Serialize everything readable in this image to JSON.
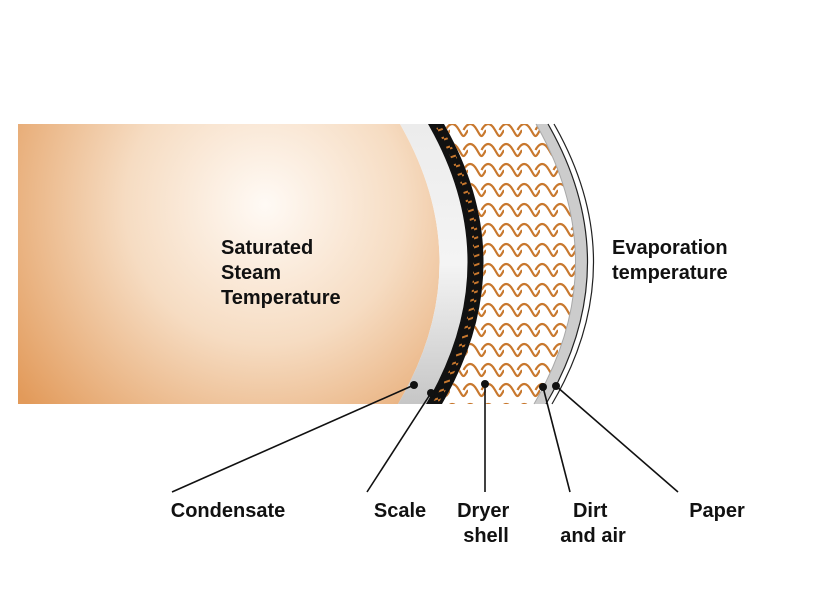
{
  "labels": {
    "steam": [
      "Saturated",
      "Steam",
      "Temperature"
    ],
    "evaporation": [
      "Evaporation",
      "temperature"
    ],
    "condensate": "Condensate",
    "scale": "Scale",
    "dryer_shell": [
      "Dryer",
      "shell"
    ],
    "dirt_air": [
      "Dirt",
      "and air"
    ],
    "paper": "Paper"
  },
  "colors": {
    "steam_edge": "#e29a5a",
    "steam_center": "#fffaf5",
    "condensate": "#d6d6d6",
    "scale": "#111111",
    "wave": "#c8782e",
    "dirt": "#cccccc",
    "text": "#111111"
  }
}
